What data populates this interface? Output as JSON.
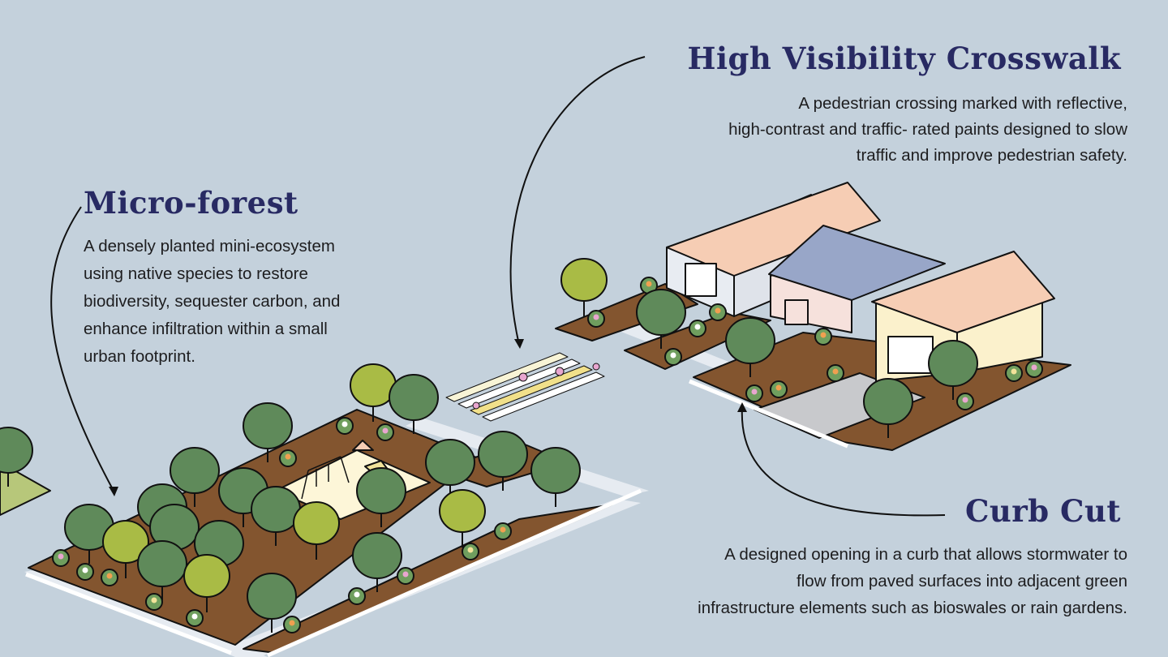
{
  "micro_forest": {
    "title": "Micro-forest",
    "lines": [
      "A densely planted mini-ecosystem",
      "using native species to restore",
      "biodiversity, sequester carbon, and",
      "enhance infiltration within a small",
      "urban footprint."
    ]
  },
  "crosswalk": {
    "title": "High Visibility Crosswalk",
    "lines": [
      "A pedestrian crossing marked with reflective,",
      "high-contrast and traffic- rated paints designed to slow",
      "traffic and improve pedestrian safety."
    ]
  },
  "curb_cut": {
    "title": "Curb Cut",
    "lines": [
      "A designed opening in a curb that allows stormwater to",
      "flow from paved surfaces into adjacent green",
      "infrastructure elements such as bioswales or rain gardens."
    ]
  },
  "colors": {
    "background": "#c4d1dc",
    "title": "#282a63",
    "soil": "#83552f",
    "tree_dark": "#5f8a5a",
    "tree_light": "#a9bb45",
    "roof_peach": "#f6cdb4",
    "roof_blue": "#98a6c8"
  }
}
